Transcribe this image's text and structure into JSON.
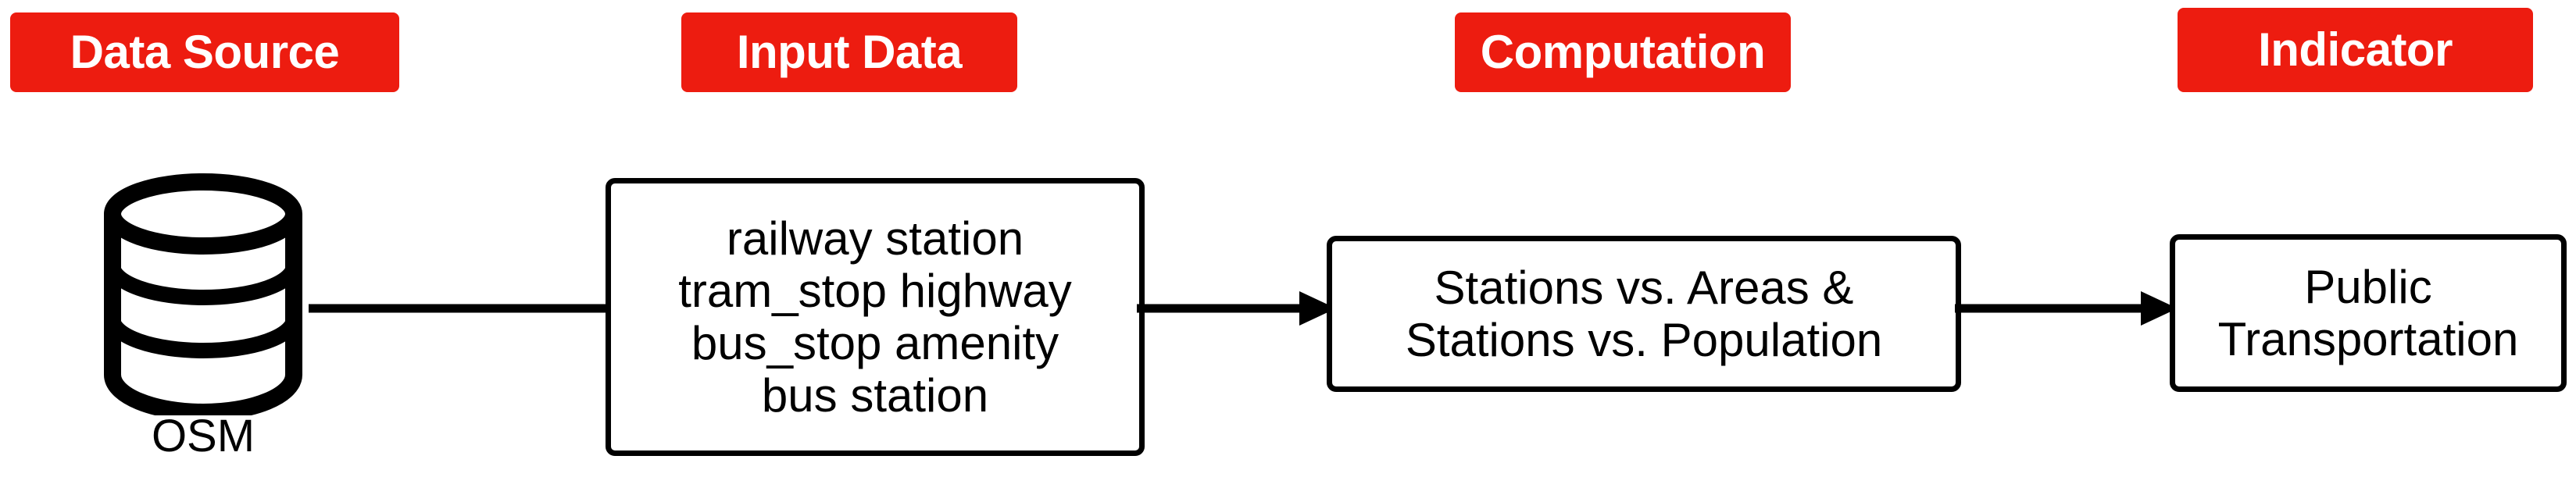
{
  "diagram": {
    "title_row": {
      "stages": [
        {
          "id": "data-source",
          "label": "Data Source"
        },
        {
          "id": "input-data",
          "label": "Input Data"
        },
        {
          "id": "computation",
          "label": "Computation"
        },
        {
          "id": "indicator",
          "label": "Indicator"
        }
      ]
    },
    "nodes": {
      "data_source": {
        "icon": "database-cylinder-icon",
        "label": "OSM"
      },
      "input_data": {
        "lines": [
          "railway station",
          "tram_stop highway",
          "bus_stop amenity",
          "bus station"
        ]
      },
      "computation": {
        "lines": [
          "Stations vs. Areas &",
          "Stations vs. Population"
        ]
      },
      "indicator": {
        "lines": [
          "Public",
          "Transportation"
        ]
      }
    },
    "connectors": [
      {
        "id": "source-to-input",
        "from": "data_source",
        "to": "input_data",
        "arrowhead": false
      },
      {
        "id": "input-to-computation",
        "from": "input_data",
        "to": "computation",
        "arrowhead": true
      },
      {
        "id": "computation-to-indicator",
        "from": "computation",
        "to": "indicator",
        "arrowhead": true
      }
    ],
    "colors": {
      "chip_background": "#ED1C10",
      "chip_text": "#FFFFFF",
      "stroke": "#000000",
      "canvas_background": "#FFFFFF"
    }
  }
}
